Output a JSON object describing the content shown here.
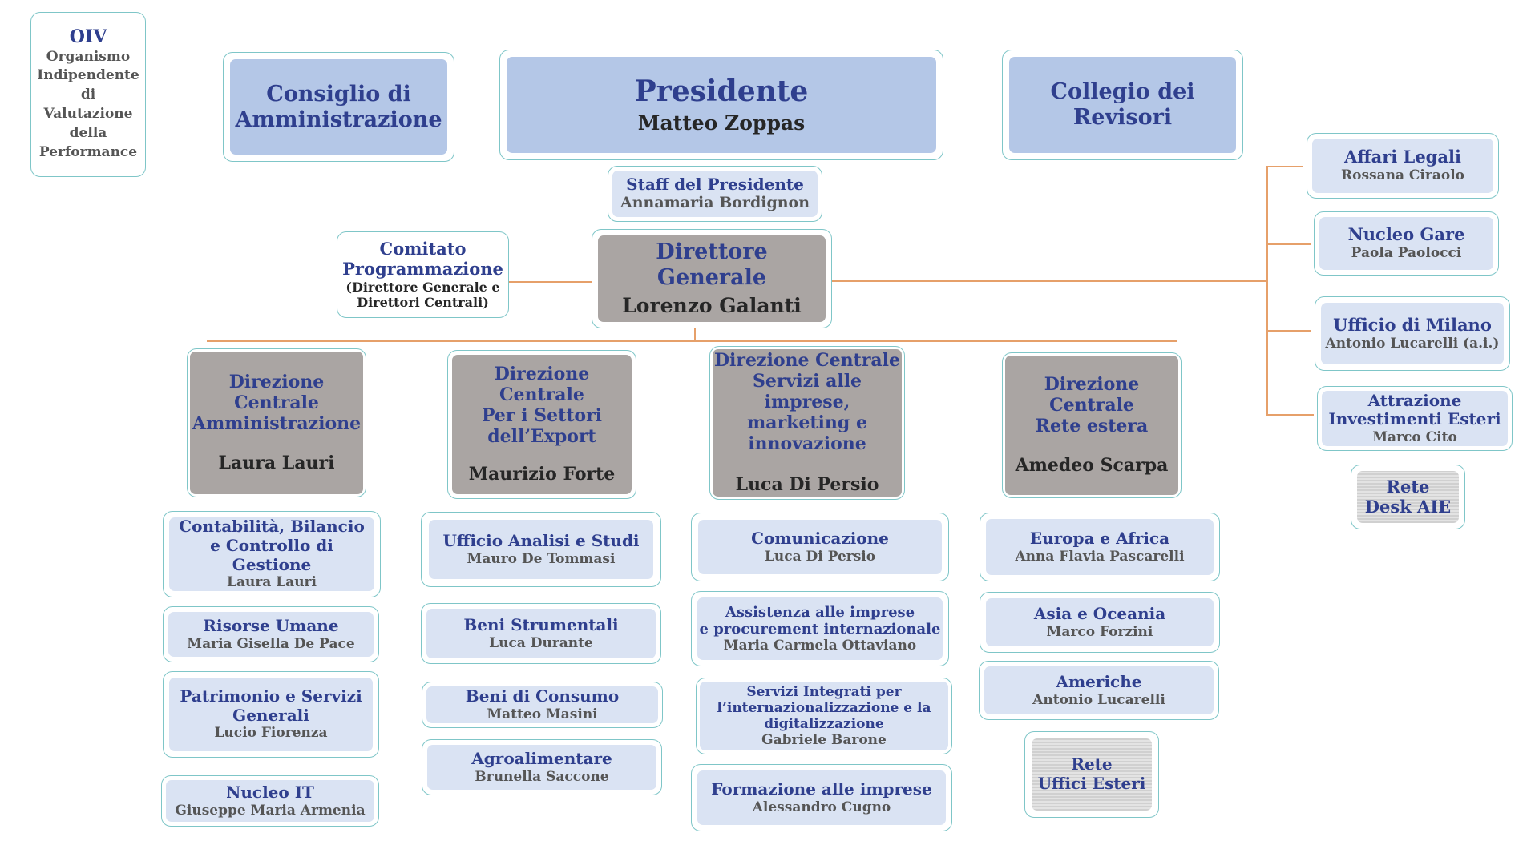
{
  "oiv": {
    "title": "OIV",
    "subtitle": "Organismo\nIndipendente\ndi\nValutazione\ndella\nPerformance"
  },
  "consiglio": {
    "title": "Consiglio di\nAmministrazione"
  },
  "presidente": {
    "title": "Presidente",
    "name": "Matteo Zoppas"
  },
  "collegio": {
    "title": "Collegio dei Revisori"
  },
  "staff": {
    "title": "Staff del Presidente",
    "name": "Annamaria Bordignon"
  },
  "comitato": {
    "title": "Comitato\nProgrammazione",
    "note": "(Direttore Generale e\nDirettori Centrali)"
  },
  "direttore": {
    "title": "Direttore Generale",
    "name": "Lorenzo Galanti"
  },
  "right_units": [
    {
      "title": "Affari Legali",
      "name": "Rossana Ciraolo"
    },
    {
      "title": "Nucleo Gare",
      "name": "Paola Paolocci"
    },
    {
      "title": "Ufficio di Milano",
      "name": "Antonio Lucarelli (a.i.)"
    },
    {
      "title": "Attrazione\nInvestimenti Esteri",
      "name": "Marco Cito"
    }
  ],
  "rete_desk": {
    "title": "Rete\nDesk AIE"
  },
  "directions": [
    {
      "title": "Direzione\nCentrale\nAmministrazione",
      "name": "Laura Lauri"
    },
    {
      "title": "Direzione\nCentrale\nPer i Settori\ndell’Export",
      "name": "Maurizio Forte"
    },
    {
      "title": "Direzione Centrale\nServizi alle imprese,\nmarketing e\ninnovazione",
      "name": "Luca Di Persio"
    },
    {
      "title": "Direzione\nCentrale\nRete estera",
      "name": "Amedeo Scarpa"
    }
  ],
  "col1": [
    {
      "title": "Contabilità, Bilancio\ne Controllo di Gestione",
      "name": "Laura Lauri"
    },
    {
      "title": "Risorse Umane",
      "name": "Maria Gisella De Pace"
    },
    {
      "title": "Patrimonio e  Servizi\nGenerali",
      "name": "Lucio Fiorenza"
    },
    {
      "title": "Nucleo IT",
      "name": "Giuseppe Maria Armenia"
    }
  ],
  "col2": [
    {
      "title": "Ufficio Analisi e Studi",
      "name": "Mauro De Tommasi"
    },
    {
      "title": "Beni Strumentali",
      "name": "Luca Durante"
    },
    {
      "title": "Beni di Consumo",
      "name": "Matteo Masini"
    },
    {
      "title": "Agroalimentare",
      "name": "Brunella Saccone"
    }
  ],
  "col3": [
    {
      "title": "Comunicazione",
      "name": "Luca Di Persio"
    },
    {
      "title": "Assistenza alle imprese\ne procurement internazionale",
      "name": "Maria Carmela Ottaviano"
    },
    {
      "title": "Servizi Integrati per\nl’internazionalizzazione e la\ndigitalizzazione",
      "name": "Gabriele Barone"
    },
    {
      "title": "Formazione alle imprese",
      "name": "Alessandro Cugno"
    }
  ],
  "col4": [
    {
      "title": "Europa e Africa",
      "name": "Anna Flavia Pascarelli"
    },
    {
      "title": "Asia e Oceania",
      "name": "Marco Forzini"
    },
    {
      "title": "Americhe",
      "name": "Antonio Lucarelli"
    }
  ],
  "rete_uffici": {
    "title": "Rete\nUffici Esteri"
  },
  "colors": {
    "border": "#7fc6c8",
    "title": "#2f3f8e",
    "blue": "#b4c7e7",
    "pale": "#dae3f3",
    "gray": "#aaa5a3",
    "connector": "#e6a06a"
  }
}
